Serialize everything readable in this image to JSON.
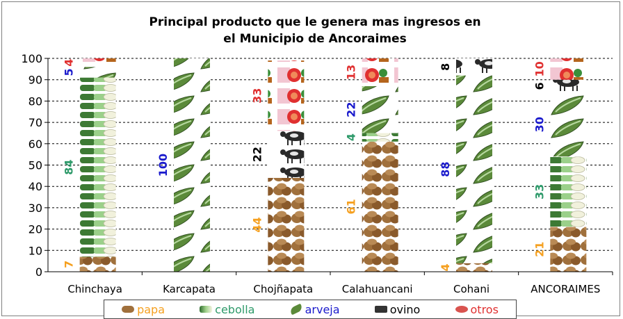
{
  "chart_data": {
    "type": "bar",
    "stacked": true,
    "percent": true,
    "title_lines": [
      "Principal producto que le genera mas ingresos en",
      "el Municipio de Ancoraimes"
    ],
    "categories": [
      "Chinchaya",
      "Karcapata",
      "Chojñapata",
      "Calahuancani",
      "Cohani",
      "ANCORAIMES"
    ],
    "ylim": [
      0,
      100
    ],
    "yticks": [
      0,
      10,
      20,
      30,
      40,
      50,
      60,
      70,
      80,
      90,
      100
    ],
    "grid": true,
    "legend_position": "bottom",
    "series": [
      {
        "name": "papa",
        "color": "#f5a020",
        "swatch": "#a0703c",
        "values": [
          7,
          0,
          44,
          61,
          4,
          21
        ]
      },
      {
        "name": "cebolla",
        "color": "#2e9a6a",
        "swatch": "#6aa84f",
        "values": [
          84,
          0,
          0,
          4,
          0,
          33
        ]
      },
      {
        "name": "arveja",
        "color": "#1a1acc",
        "swatch": "#5b8a3a",
        "values": [
          5,
          100,
          0,
          22,
          88,
          30
        ]
      },
      {
        "name": "ovino",
        "color": "#000000",
        "swatch": "#333333",
        "values": [
          0,
          0,
          22,
          0,
          8,
          6
        ]
      },
      {
        "name": "otros",
        "color": "#e03030",
        "swatch": "#d9534f",
        "values": [
          4,
          0,
          33,
          13,
          0,
          10
        ]
      }
    ]
  }
}
